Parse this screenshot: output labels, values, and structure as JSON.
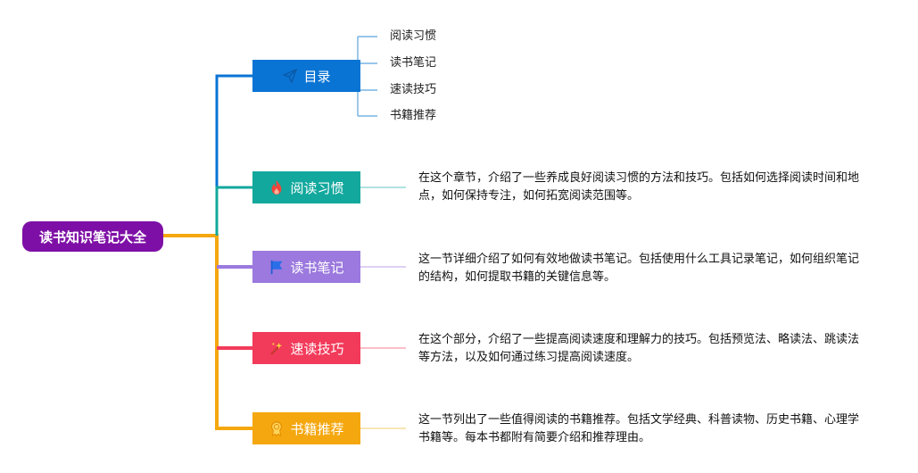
{
  "root": {
    "label": "读书知识笔记大全",
    "color": "#7e0fa6"
  },
  "branches": [
    {
      "label": "目录",
      "icon": "paper-plane-icon",
      "color": "#0a74d4"
    },
    {
      "label": "阅读习惯",
      "icon": "fire-icon",
      "color": "#12a89d"
    },
    {
      "label": "读书笔记",
      "icon": "flag-icon",
      "color": "#9b79de"
    },
    {
      "label": "速读技巧",
      "icon": "sparkle-icon",
      "color": "#f23a5a"
    },
    {
      "label": "书籍推荐",
      "icon": "award-badge-icon",
      "color": "#f5a70f"
    }
  ],
  "toc_items": [
    "阅读习惯",
    "读书笔记",
    "速读技巧",
    "书籍推荐"
  ],
  "descriptions": [
    "在这个章节，介绍了一些养成良好阅读习惯的方法和技巧。包括如何选择阅读时间和地点，如何保持专注，如何拓宽阅读范围等。",
    "这一节详细介绍了如何有效地做读书笔记。包括使用什么工具记录笔记，如何组织笔记的结构，如何提取书籍的关键信息等。",
    "在这个部分，介绍了一些提高阅读速度和理解力的技巧。包括预览法、略读法、跳读法等方法，以及如何通过练习提高阅读速度。",
    "这一节列出了一些值得阅读的书籍推荐。包括文学经典、科普读物、历史书籍、心理学书籍等。每本书都附有简要介绍和推荐理由。"
  ]
}
